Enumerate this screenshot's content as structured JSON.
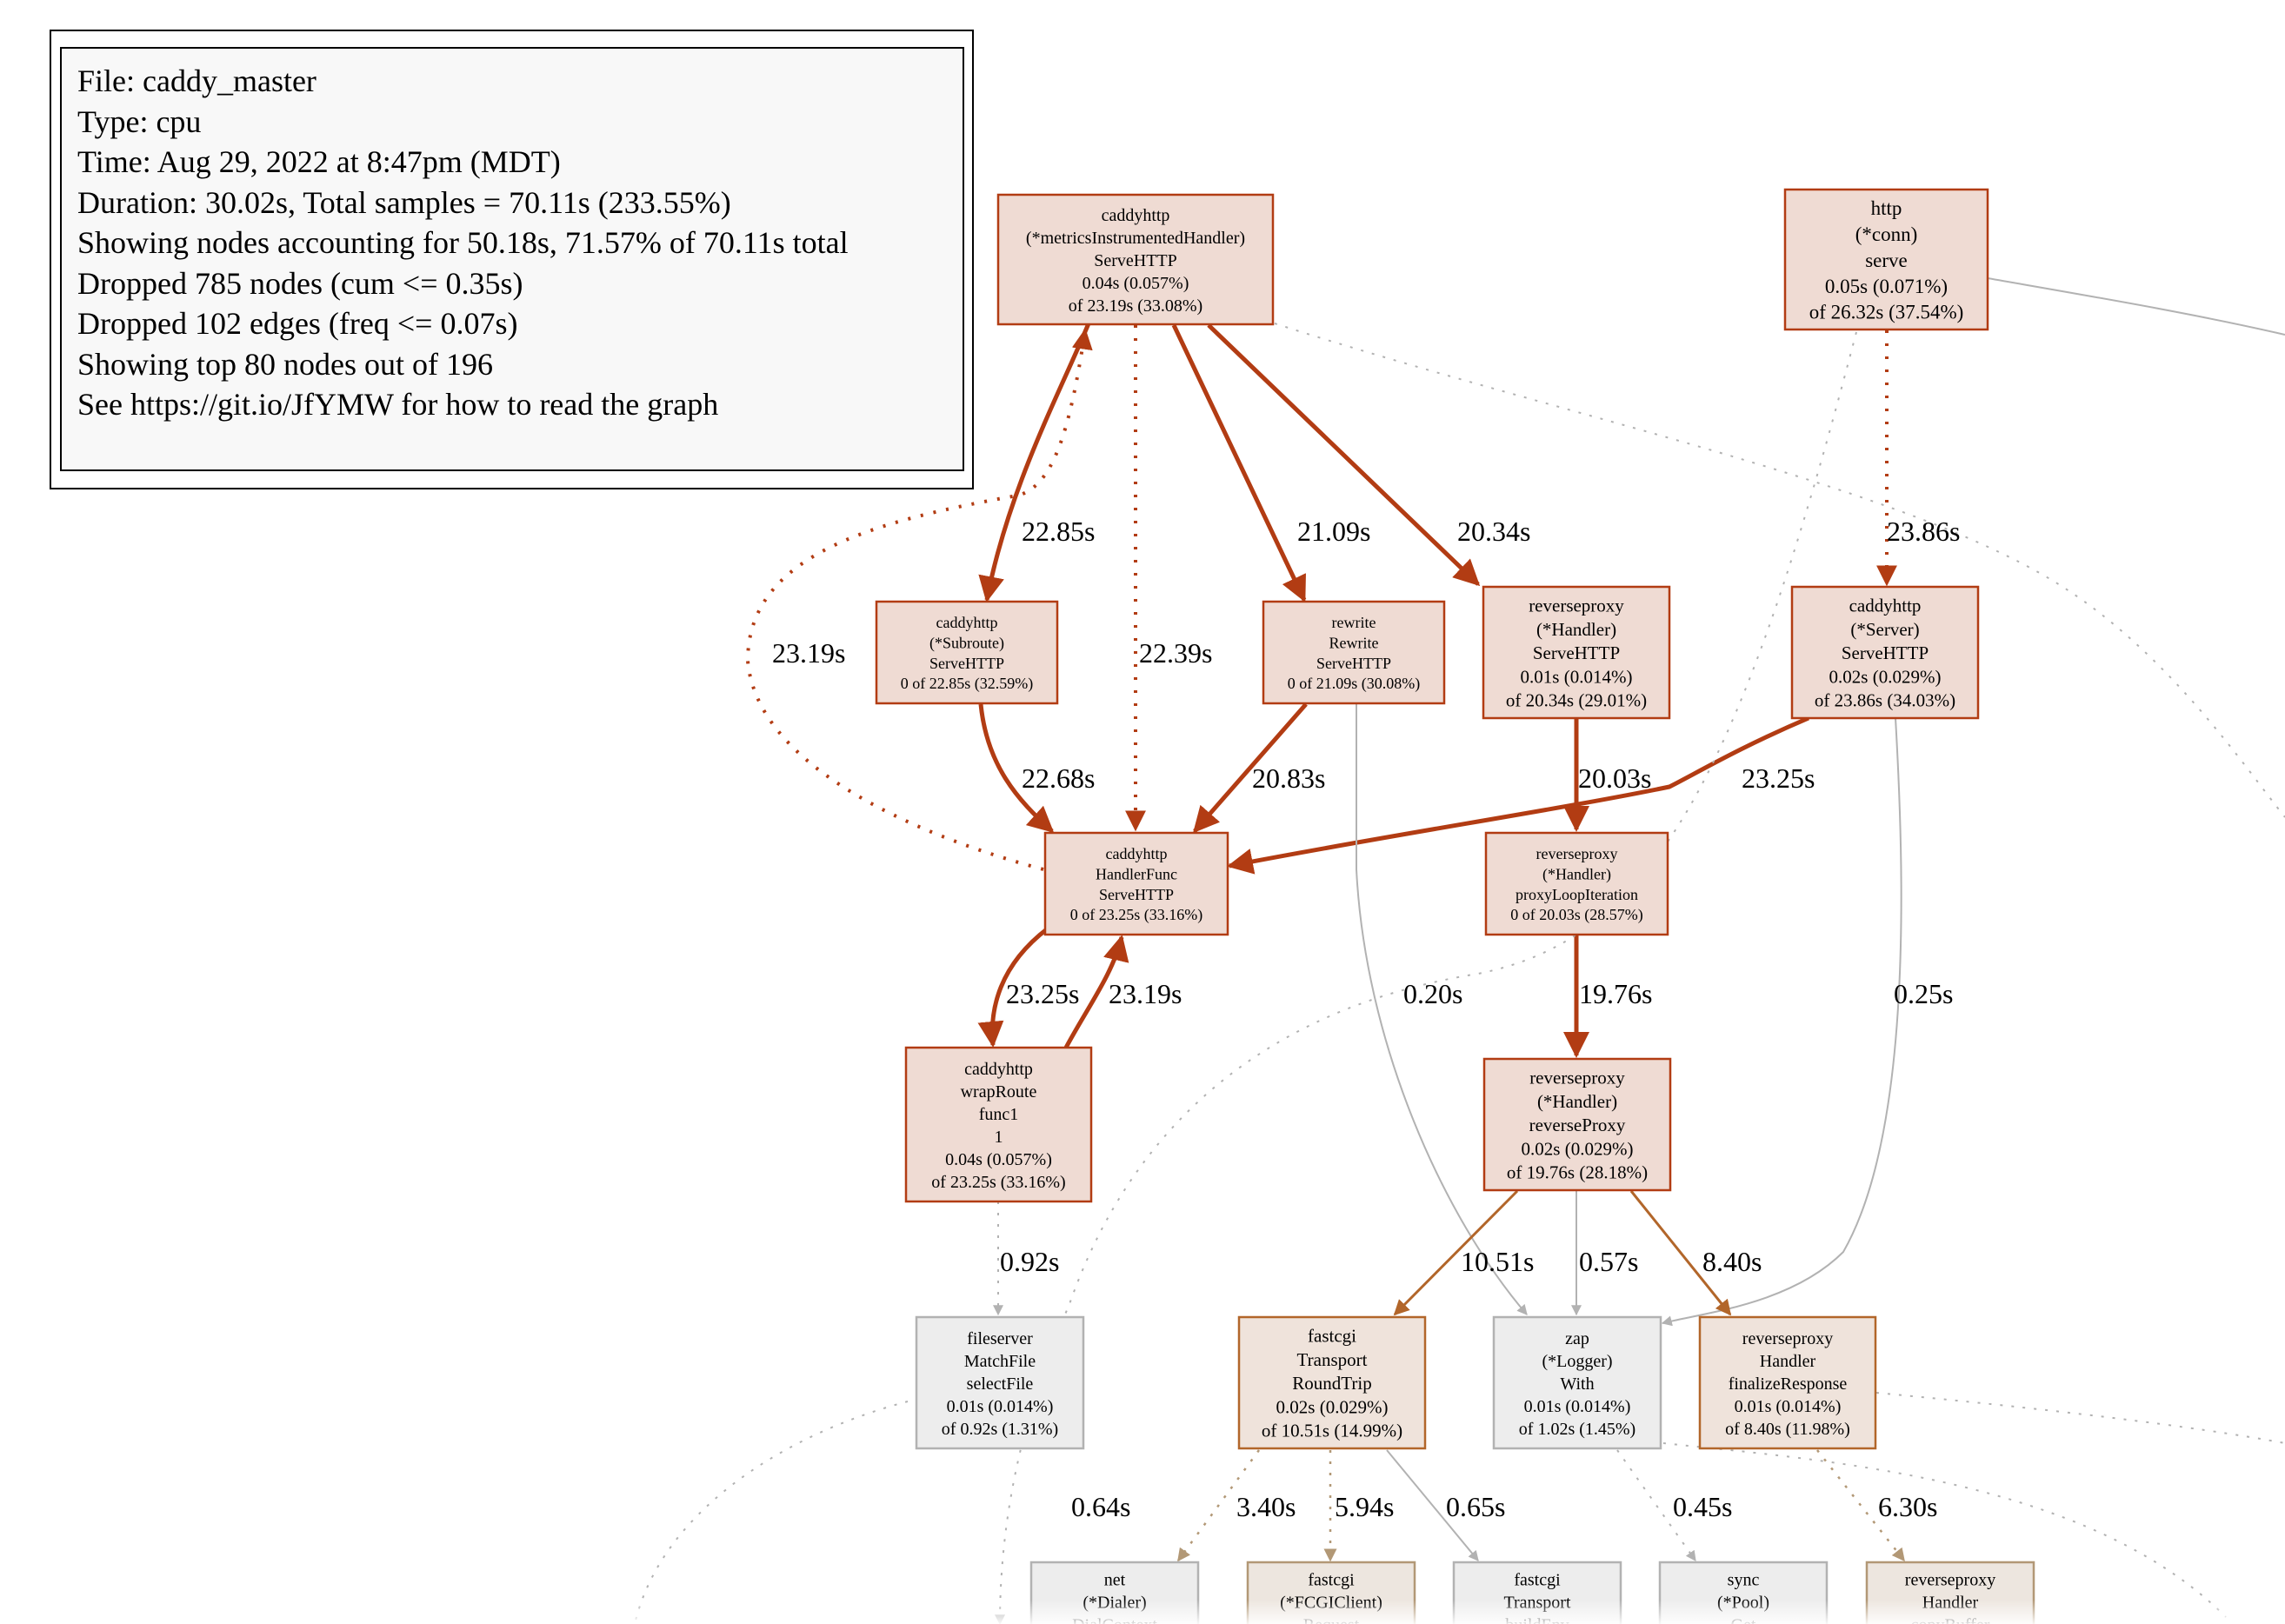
{
  "info": {
    "lines": [
      "File: caddy_master",
      "Type: cpu",
      "Time: Aug 29, 2022 at 8:47pm (MDT)",
      "Duration: 30.02s, Total samples = 70.11s (233.55%)",
      "Showing nodes accounting for 50.18s, 71.57% of 70.11s total",
      "Dropped 785 nodes (cum <= 0.35s)",
      "Dropped 102 edges (freq <= 0.07s)",
      "Showing top 80 nodes out of 196",
      "",
      "See https://git.io/JfYMW for how to read the graph"
    ]
  },
  "colors": {
    "hot_fill": "#efdbd3",
    "hot_stroke": "#b23c13",
    "warm_fill": "#efe3db",
    "warm_stroke": "#b2662a",
    "tan_fill": "#ede6df",
    "tan_stroke": "#b29876",
    "cold_fill": "#ededed",
    "cold_stroke": "#b2b2b2",
    "edge_hot": "#b23c13",
    "edge_warm": "#b2662a",
    "edge_tan": "#b29876",
    "edge_cold": "#b2b2b2"
  },
  "nodes": [
    {
      "id": "metrics",
      "style": "hot",
      "lines": [
        "caddyhttp",
        "(*metricsInstrumentedHandler)",
        "ServeHTTP",
        "0.04s (0.057%)",
        "of 23.19s (33.08%)"
      ]
    },
    {
      "id": "conn_serve",
      "style": "hot",
      "lines": [
        "http",
        "(*conn)",
        "serve",
        "0.05s (0.071%)",
        "of 26.32s (37.54%)"
      ]
    },
    {
      "id": "subroute",
      "style": "hot",
      "lines": [
        "caddyhttp",
        "(*Subroute)",
        "ServeHTTP",
        "0 of 22.85s (32.59%)"
      ]
    },
    {
      "id": "rewrite",
      "style": "hot",
      "lines": [
        "rewrite",
        "Rewrite",
        "ServeHTTP",
        "0 of 21.09s (30.08%)"
      ]
    },
    {
      "id": "rp_servehttp",
      "style": "hot",
      "lines": [
        "reverseproxy",
        "(*Handler)",
        "ServeHTTP",
        "0.01s (0.014%)",
        "of 20.34s (29.01%)"
      ]
    },
    {
      "id": "server_servehttp",
      "style": "hot",
      "lines": [
        "caddyhttp",
        "(*Server)",
        "ServeHTTP",
        "0.02s (0.029%)",
        "of 23.86s (34.03%)"
      ]
    },
    {
      "id": "handlerfunc",
      "style": "hot",
      "lines": [
        "caddyhttp",
        "HandlerFunc",
        "ServeHTTP",
        "0 of 23.25s (33.16%)"
      ]
    },
    {
      "id": "proxyloop",
      "style": "hot",
      "lines": [
        "reverseproxy",
        "(*Handler)",
        "proxyLoopIteration",
        "0 of 20.03s (28.57%)"
      ]
    },
    {
      "id": "wraproute",
      "style": "hot",
      "lines": [
        "caddyhttp",
        "wrapRoute",
        "func1",
        "1",
        "0.04s (0.057%)",
        "of 23.25s (33.16%)"
      ]
    },
    {
      "id": "reverseproxy_fn",
      "style": "hot",
      "lines": [
        "reverseproxy",
        "(*Handler)",
        "reverseProxy",
        "0.02s (0.029%)",
        "of 19.76s (28.18%)"
      ]
    },
    {
      "id": "matchfile",
      "style": "cold",
      "lines": [
        "fileserver",
        "MatchFile",
        "selectFile",
        "0.01s (0.014%)",
        "of 0.92s (1.31%)"
      ]
    },
    {
      "id": "roundtrip",
      "style": "warm",
      "lines": [
        "fastcgi",
        "Transport",
        "RoundTrip",
        "0.02s (0.029%)",
        "of 10.51s (14.99%)"
      ]
    },
    {
      "id": "zap_with",
      "style": "cold",
      "lines": [
        "zap",
        "(*Logger)",
        "With",
        "0.01s (0.014%)",
        "of 1.02s (1.45%)"
      ]
    },
    {
      "id": "finalize",
      "style": "warm",
      "lines": [
        "reverseproxy",
        "Handler",
        "finalizeResponse",
        "0.01s (0.014%)",
        "of 8.40s (11.98%)"
      ]
    },
    {
      "id": "dialer",
      "style": "cold",
      "lines": [
        "net",
        "(*Dialer)",
        "DialContext"
      ]
    },
    {
      "id": "fcgiclient",
      "style": "tan",
      "lines": [
        "fastcgi",
        "(*FCGIClient)",
        "Request"
      ]
    },
    {
      "id": "transport_build",
      "style": "cold",
      "lines": [
        "fastcgi",
        "Transport",
        "buildEnv"
      ]
    },
    {
      "id": "sync_pool",
      "style": "cold",
      "lines": [
        "sync",
        "(*Pool)",
        "Get"
      ]
    },
    {
      "id": "rp_handler_bottom",
      "style": "tan",
      "lines": [
        "reverseproxy",
        "Handler",
        "copyBuffer"
      ]
    }
  ],
  "edges": [
    {
      "id": "e1",
      "label": "22.85s"
    },
    {
      "id": "e2",
      "label": "22.39s"
    },
    {
      "id": "e3",
      "label": "21.09s"
    },
    {
      "id": "e4",
      "label": "20.34s"
    },
    {
      "id": "e5",
      "label": "23.19s"
    },
    {
      "id": "e6",
      "label": "23.86s"
    },
    {
      "id": "e7",
      "label": "22.68s"
    },
    {
      "id": "e8",
      "label": "20.83s"
    },
    {
      "id": "e9",
      "label": "20.03s"
    },
    {
      "id": "e10",
      "label": "23.25s"
    },
    {
      "id": "e11",
      "label": "23.25s"
    },
    {
      "id": "e12",
      "label": "23.19s"
    },
    {
      "id": "e13",
      "label": "0.20s"
    },
    {
      "id": "e14",
      "label": "19.76s"
    },
    {
      "id": "e15",
      "label": "0.25s"
    },
    {
      "id": "e16",
      "label": "0.92s"
    },
    {
      "id": "e17",
      "label": "10.51s"
    },
    {
      "id": "e18",
      "label": "0.57s"
    },
    {
      "id": "e19",
      "label": "8.40s"
    },
    {
      "id": "e20",
      "label": "0.64s"
    },
    {
      "id": "e21",
      "label": "3.40s"
    },
    {
      "id": "e22",
      "label": "5.94s"
    },
    {
      "id": "e23",
      "label": "0.65s"
    },
    {
      "id": "e24",
      "label": "0.45s"
    },
    {
      "id": "e25",
      "label": "6.30s"
    }
  ]
}
